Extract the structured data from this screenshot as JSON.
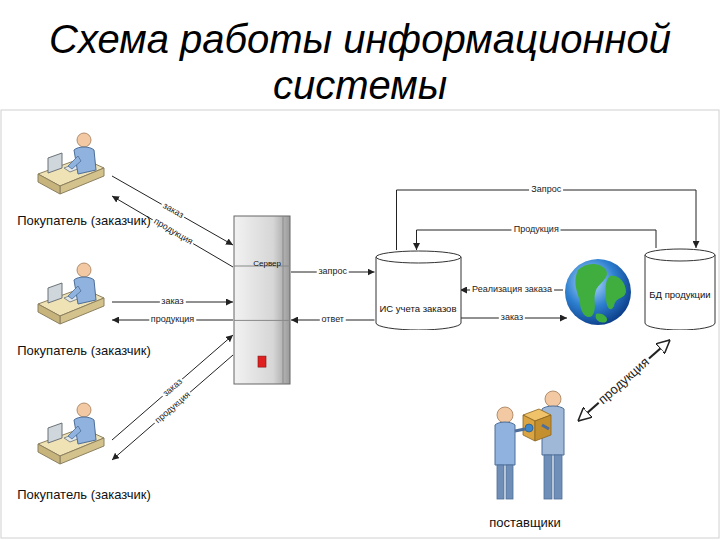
{
  "diagram": {
    "title": "Схема работы информационной системы",
    "nodes": [
      {
        "text": [
          "Покупатель (заказчик)"
        ]
      },
      {
        "text": [
          "Покупатель (заказчик)"
        ]
      },
      {
        "text": [
          "Покупатель (заказчик)"
        ]
      },
      {
        "text": [
          "Сервер"
        ]
      },
      {
        "text": [
          "ИС учета заказов"
        ]
      },
      {
        "text": [
          "БД продукции"
        ]
      },
      {
        "text": [
          "поставщики"
        ]
      }
    ],
    "edges": [
      {
        "from": 0,
        "to": 3,
        "label": "заказ",
        "arrow": "to"
      },
      {
        "from": 3,
        "to": 0,
        "label": "продукция",
        "arrow": "to"
      },
      {
        "from": 1,
        "to": 3,
        "label": "заказ",
        "arrow": "to"
      },
      {
        "from": 3,
        "to": 1,
        "label": "продукция",
        "arrow": "to"
      },
      {
        "from": 2,
        "to": 3,
        "label": "заказ",
        "arrow": "to"
      },
      {
        "from": 3,
        "to": 2,
        "label": "продукция",
        "arrow": "to"
      },
      {
        "from": 3,
        "to": 4,
        "label": "запрос",
        "arrow": "to"
      },
      {
        "from": 4,
        "to": 3,
        "label": "ответ",
        "arrow": "to"
      },
      {
        "from": 4,
        "to": 5,
        "label": "Запрос",
        "arrow": "to"
      },
      {
        "from": 5,
        "to": 4,
        "label": "Продукция",
        "arrow": "to"
      },
      {
        "from": 5,
        "to": 6,
        "label": "продукция",
        "arrow": "both"
      }
    ],
    "labels": [
      "Реализация заказа",
      "заказ"
    ]
  }
}
